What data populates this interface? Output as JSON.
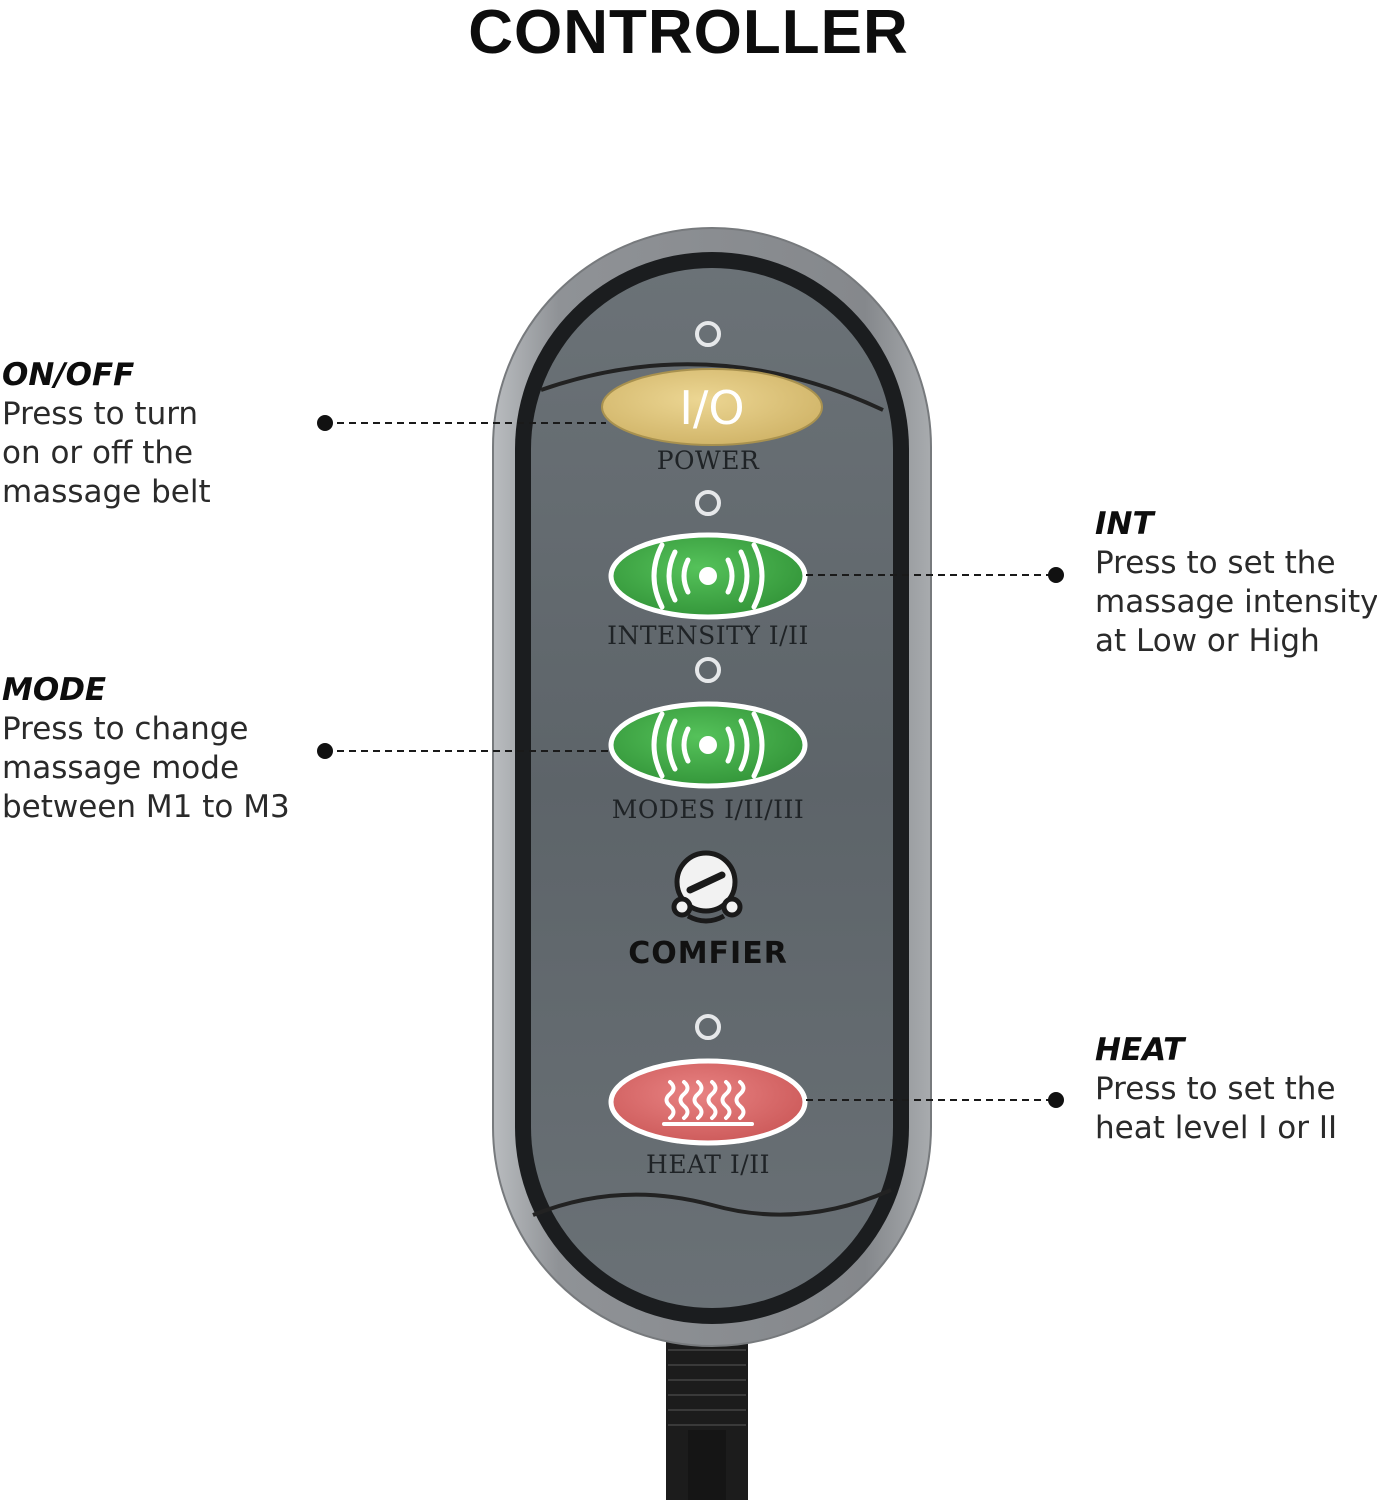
{
  "title": "CONTROLLER",
  "callouts": {
    "onoff": {
      "heading": "ON/OFF",
      "lines": [
        "Press to turn",
        "on or off the",
        "massage belt"
      ]
    },
    "mode": {
      "heading": "MODE",
      "lines": [
        "Press to change",
        "massage mode",
        "between M1 to M3"
      ]
    },
    "int": {
      "heading": "INT",
      "lines": [
        "Press to set the",
        "massage intensity,",
        "at Low or High"
      ]
    },
    "heat": {
      "heading": "HEAT",
      "lines": [
        "Press to set the",
        "heat level I or II"
      ]
    }
  },
  "buttons": {
    "power": {
      "symbol": "I/O",
      "label": "POWER",
      "color": "#dcc27a"
    },
    "intensity": {
      "label": "INTENSITY I/II",
      "color": "#3fa845"
    },
    "modes": {
      "label": "MODES I/II/III",
      "color": "#3fa845"
    },
    "heat": {
      "label": "HEAT I/II",
      "color": "#d96a6a"
    }
  },
  "brand": {
    "name": "COMFIER"
  },
  "colors": {
    "body": "#8e9194",
    "face": "#5c6368",
    "rim": "#1b1d1f",
    "cable": "#1c1c1c"
  }
}
